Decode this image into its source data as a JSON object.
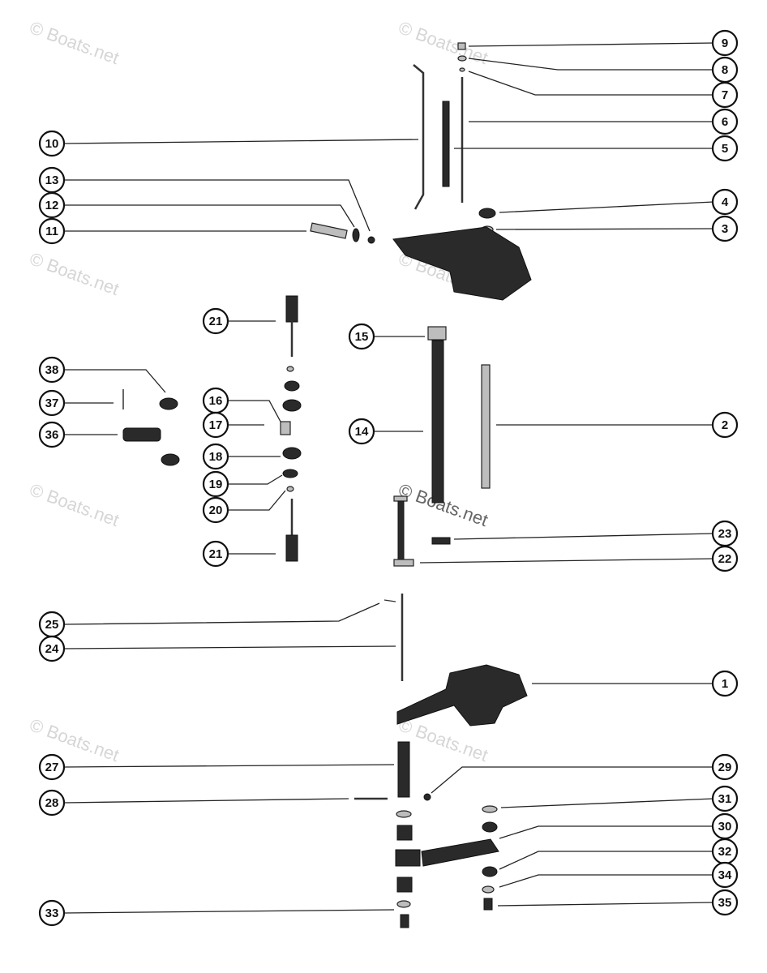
{
  "watermark": "© Boats.net",
  "footer": {
    "line1": "",
    "line2": ""
  },
  "callouts": [
    {
      "id": "c9",
      "label": "9"
    },
    {
      "id": "c8",
      "label": "8"
    },
    {
      "id": "c7",
      "label": "7"
    },
    {
      "id": "c6",
      "label": "6"
    },
    {
      "id": "c5",
      "label": "5"
    },
    {
      "id": "c4",
      "label": "4"
    },
    {
      "id": "c3",
      "label": "3"
    },
    {
      "id": "c10",
      "label": "10"
    },
    {
      "id": "c13",
      "label": "13"
    },
    {
      "id": "c12",
      "label": "12"
    },
    {
      "id": "c11",
      "label": "11"
    },
    {
      "id": "c21a",
      "label": "21"
    },
    {
      "id": "c15",
      "label": "15"
    },
    {
      "id": "c38",
      "label": "38"
    },
    {
      "id": "c37",
      "label": "37"
    },
    {
      "id": "c36",
      "label": "36"
    },
    {
      "id": "c16",
      "label": "16"
    },
    {
      "id": "c17",
      "label": "17"
    },
    {
      "id": "c14",
      "label": "14"
    },
    {
      "id": "c2",
      "label": "2"
    },
    {
      "id": "c18",
      "label": "18"
    },
    {
      "id": "c19",
      "label": "19"
    },
    {
      "id": "c20",
      "label": "20"
    },
    {
      "id": "c21b",
      "label": "21"
    },
    {
      "id": "c23",
      "label": "23"
    },
    {
      "id": "c22",
      "label": "22"
    },
    {
      "id": "c25",
      "label": "25"
    },
    {
      "id": "c24",
      "label": "24"
    },
    {
      "id": "c1",
      "label": "1"
    },
    {
      "id": "c27",
      "label": "27"
    },
    {
      "id": "c29",
      "label": "29"
    },
    {
      "id": "c28",
      "label": "28"
    },
    {
      "id": "c31",
      "label": "31"
    },
    {
      "id": "c30",
      "label": "30"
    },
    {
      "id": "c32",
      "label": "32"
    },
    {
      "id": "c33",
      "label": "33"
    },
    {
      "id": "c34",
      "label": "34"
    },
    {
      "id": "c35",
      "label": "35"
    }
  ]
}
